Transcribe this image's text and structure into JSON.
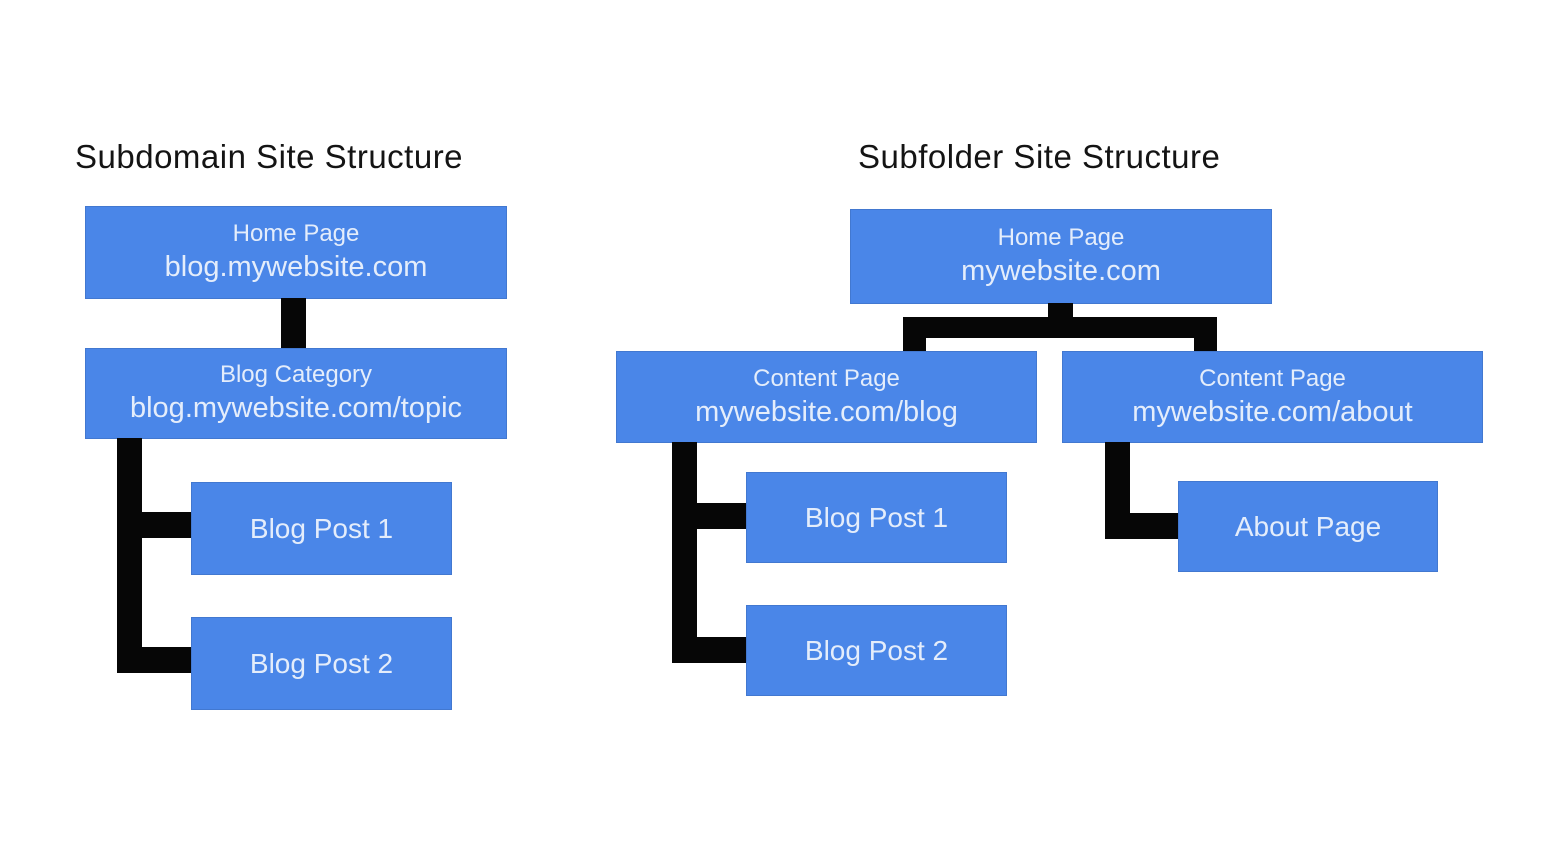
{
  "colors": {
    "background": "#ffffff",
    "box_blue": "#4a86e8",
    "box_text": "#e4edfb",
    "connector_black": "#060606",
    "title_text": "#141414"
  },
  "left_diagram": {
    "title": "Subdomain Site Structure",
    "nodes": {
      "home": {
        "line1": "Home Page",
        "line2": "blog.mywebsite.com"
      },
      "category": {
        "line1": "Blog Category",
        "line2": "blog.mywebsite.com/topic"
      },
      "post1": {
        "label": "Blog Post 1"
      },
      "post2": {
        "label": "Blog Post 2"
      }
    }
  },
  "right_diagram": {
    "title": "Subfolder Site Structure",
    "nodes": {
      "home": {
        "line1": "Home Page",
        "line2": "mywebsite.com"
      },
      "content_blog": {
        "line1": "Content Page",
        "line2": "mywebsite.com/blog"
      },
      "content_about": {
        "line1": "Content Page",
        "line2": "mywebsite.com/about"
      },
      "post1": {
        "label": "Blog Post 1"
      },
      "post2": {
        "label": "Blog Post 2"
      },
      "about": {
        "label": "About Page"
      }
    }
  }
}
